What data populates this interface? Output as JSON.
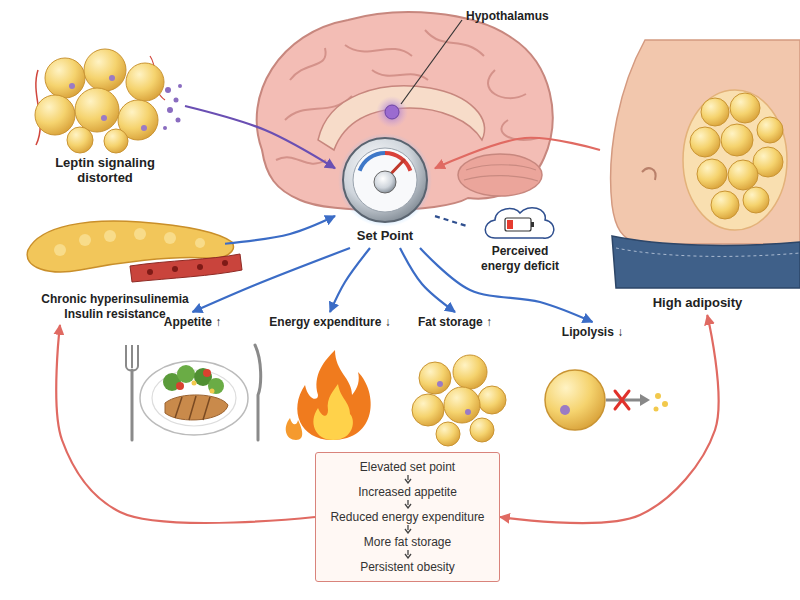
{
  "diagram": {
    "nodes": [
      {
        "text": [
          "Leptin signaling distorted"
        ]
      },
      {
        "text": [
          "Set Point"
        ]
      },
      {
        "text": [
          "Perceived energy deficit"
        ]
      },
      {
        "text": [
          "Chronic hyperinsulinemia",
          "Insulin resistance"
        ]
      },
      {
        "text": [
          "High adiposity"
        ]
      },
      {
        "text": [
          "Appetite ↑"
        ]
      },
      {
        "text": [
          "Energy expenditure ↓"
        ]
      },
      {
        "text": [
          "Fat storage ↑"
        ]
      },
      {
        "text": [
          "Lipolysis ↓"
        ]
      },
      {
        "text": [
          "Elevated set point",
          "Increased appetite",
          "Reduced energy expenditure",
          "More fat storage",
          "Persistent obesity"
        ]
      }
    ],
    "edges": [
      {
        "from": 0,
        "to": 1,
        "arrow": "to"
      },
      {
        "from": 3,
        "to": 1,
        "arrow": "to"
      },
      {
        "from": 1,
        "to": 2,
        "arrow": "none"
      },
      {
        "from": 4,
        "to": 1,
        "arrow": "to"
      },
      {
        "from": 1,
        "to": 5,
        "arrow": "to"
      },
      {
        "from": 1,
        "to": 6,
        "arrow": "to"
      },
      {
        "from": 1,
        "to": 7,
        "arrow": "to"
      },
      {
        "from": 1,
        "to": 8,
        "arrow": "to"
      },
      {
        "from": 9,
        "to": 3,
        "arrow": "to"
      },
      {
        "from": 9,
        "to": 4,
        "arrow": "both"
      }
    ],
    "labels": [
      "Hypothalamus"
    ]
  }
}
